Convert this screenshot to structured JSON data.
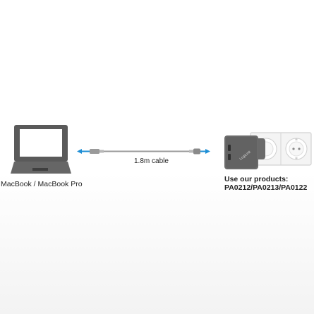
{
  "laptop": {
    "label": "MacBook / MacBook Pro"
  },
  "cable": {
    "label": "1.8m cable",
    "arrow_color": "#1f8fd6"
  },
  "charger": {
    "brand_text": "LogiLink",
    "heading": "Use our products:",
    "codes": "PA0212/PA0213/PA0122"
  }
}
